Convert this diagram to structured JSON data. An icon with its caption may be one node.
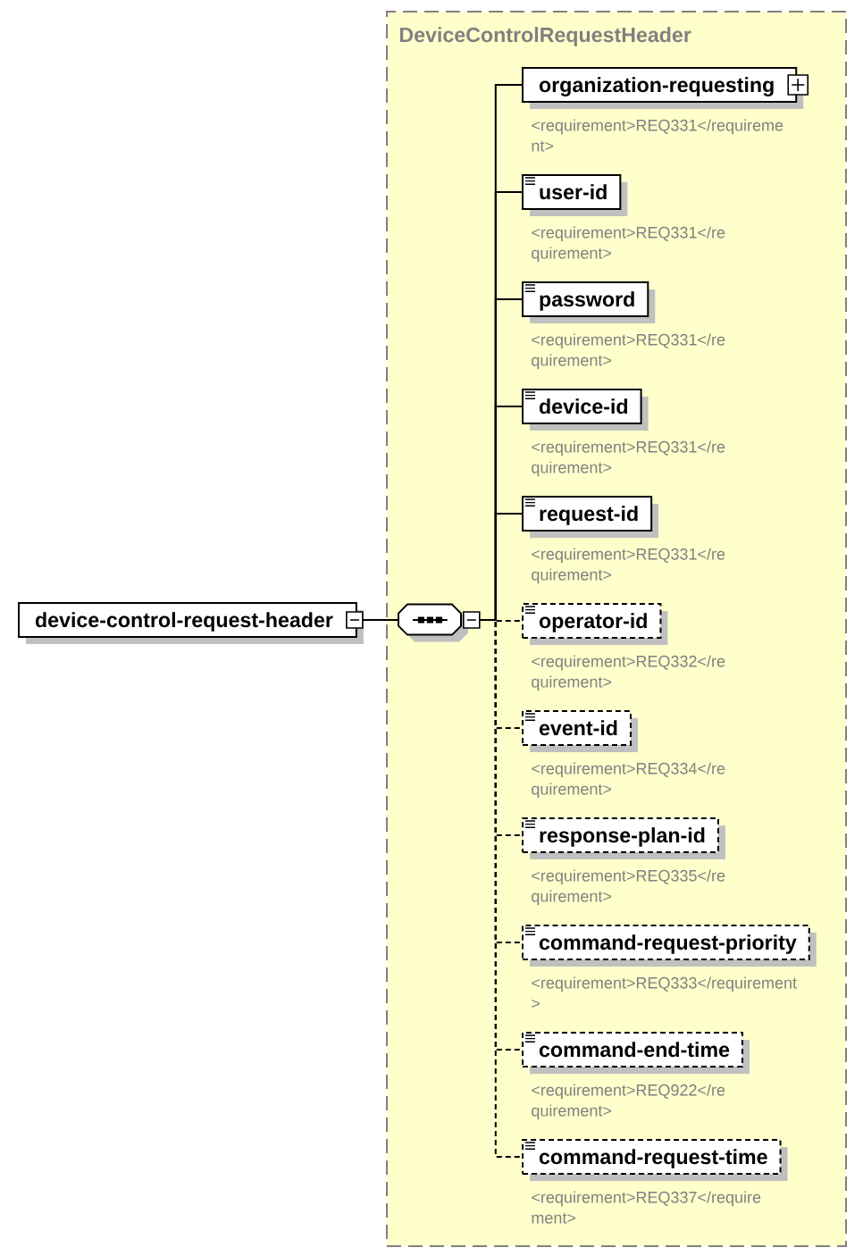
{
  "diagram": {
    "nodes": [
      {
        "text": [
          "device-control-request-header"
        ]
      },
      {
        "text": [
          "DeviceControlRequestHeader"
        ]
      },
      {
        "text": [],
        "shape": "octagon",
        "in": 1
      },
      {
        "text": [
          "organization-requesting"
        ],
        "in": 1,
        "beside": [
          "<requirement>REQ331</requireme nt>"
        ]
      },
      {
        "text": [
          "user-id"
        ],
        "in": 1,
        "beside": [
          "<requirement>REQ331</re quirement>"
        ]
      },
      {
        "text": [
          "password"
        ],
        "in": 1,
        "beside": [
          "<requirement>REQ331</re quirement>"
        ]
      },
      {
        "text": [
          "device-id"
        ],
        "in": 1,
        "beside": [
          "<requirement>REQ331</re quirement>"
        ]
      },
      {
        "text": [
          "request-id"
        ],
        "in": 1,
        "beside": [
          "<requirement>REQ331</re quirement>"
        ]
      },
      {
        "text": [
          "operator-id"
        ],
        "in": 1,
        "beside": [
          "<requirement>REQ332</re quirement>"
        ]
      },
      {
        "text": [
          "event-id"
        ],
        "in": 1,
        "beside": [
          "<requirement>REQ334</re quirement>"
        ]
      },
      {
        "text": [
          "response-plan-id"
        ],
        "in": 1,
        "beside": [
          "<requirement>REQ335</re quirement>"
        ]
      },
      {
        "text": [
          "command-request-priority"
        ],
        "in": 1,
        "beside": [
          "<requirement>REQ333</requirement >"
        ]
      },
      {
        "text": [
          "command-end-time"
        ],
        "in": 1,
        "beside": [
          "<requirement>REQ922</re quirement>"
        ]
      },
      {
        "text": [
          "command-request-time"
        ],
        "in": 1,
        "beside": [
          "<requirement>REQ337</require ment>"
        ]
      }
    ],
    "edges": [
      {
        "from": 0,
        "to": 2,
        "arrow": "none"
      },
      {
        "from": 2,
        "to": 3,
        "arrow": "none"
      },
      {
        "from": 2,
        "to": 4,
        "arrow": "none"
      },
      {
        "from": 2,
        "to": 5,
        "arrow": "none"
      },
      {
        "from": 2,
        "to": 6,
        "arrow": "none"
      },
      {
        "from": 2,
        "to": 7,
        "arrow": "none"
      },
      {
        "from": 2,
        "to": 8,
        "arrow": "none",
        "style": "dashed"
      },
      {
        "from": 2,
        "to": 9,
        "arrow": "none",
        "style": "dashed"
      },
      {
        "from": 2,
        "to": 10,
        "arrow": "none",
        "style": "dashed"
      },
      {
        "from": 2,
        "to": 11,
        "arrow": "none",
        "style": "dashed"
      },
      {
        "from": 2,
        "to": 12,
        "arrow": "none",
        "style": "dashed"
      },
      {
        "from": 2,
        "to": 13,
        "arrow": "none",
        "style": "dashed"
      }
    ]
  }
}
